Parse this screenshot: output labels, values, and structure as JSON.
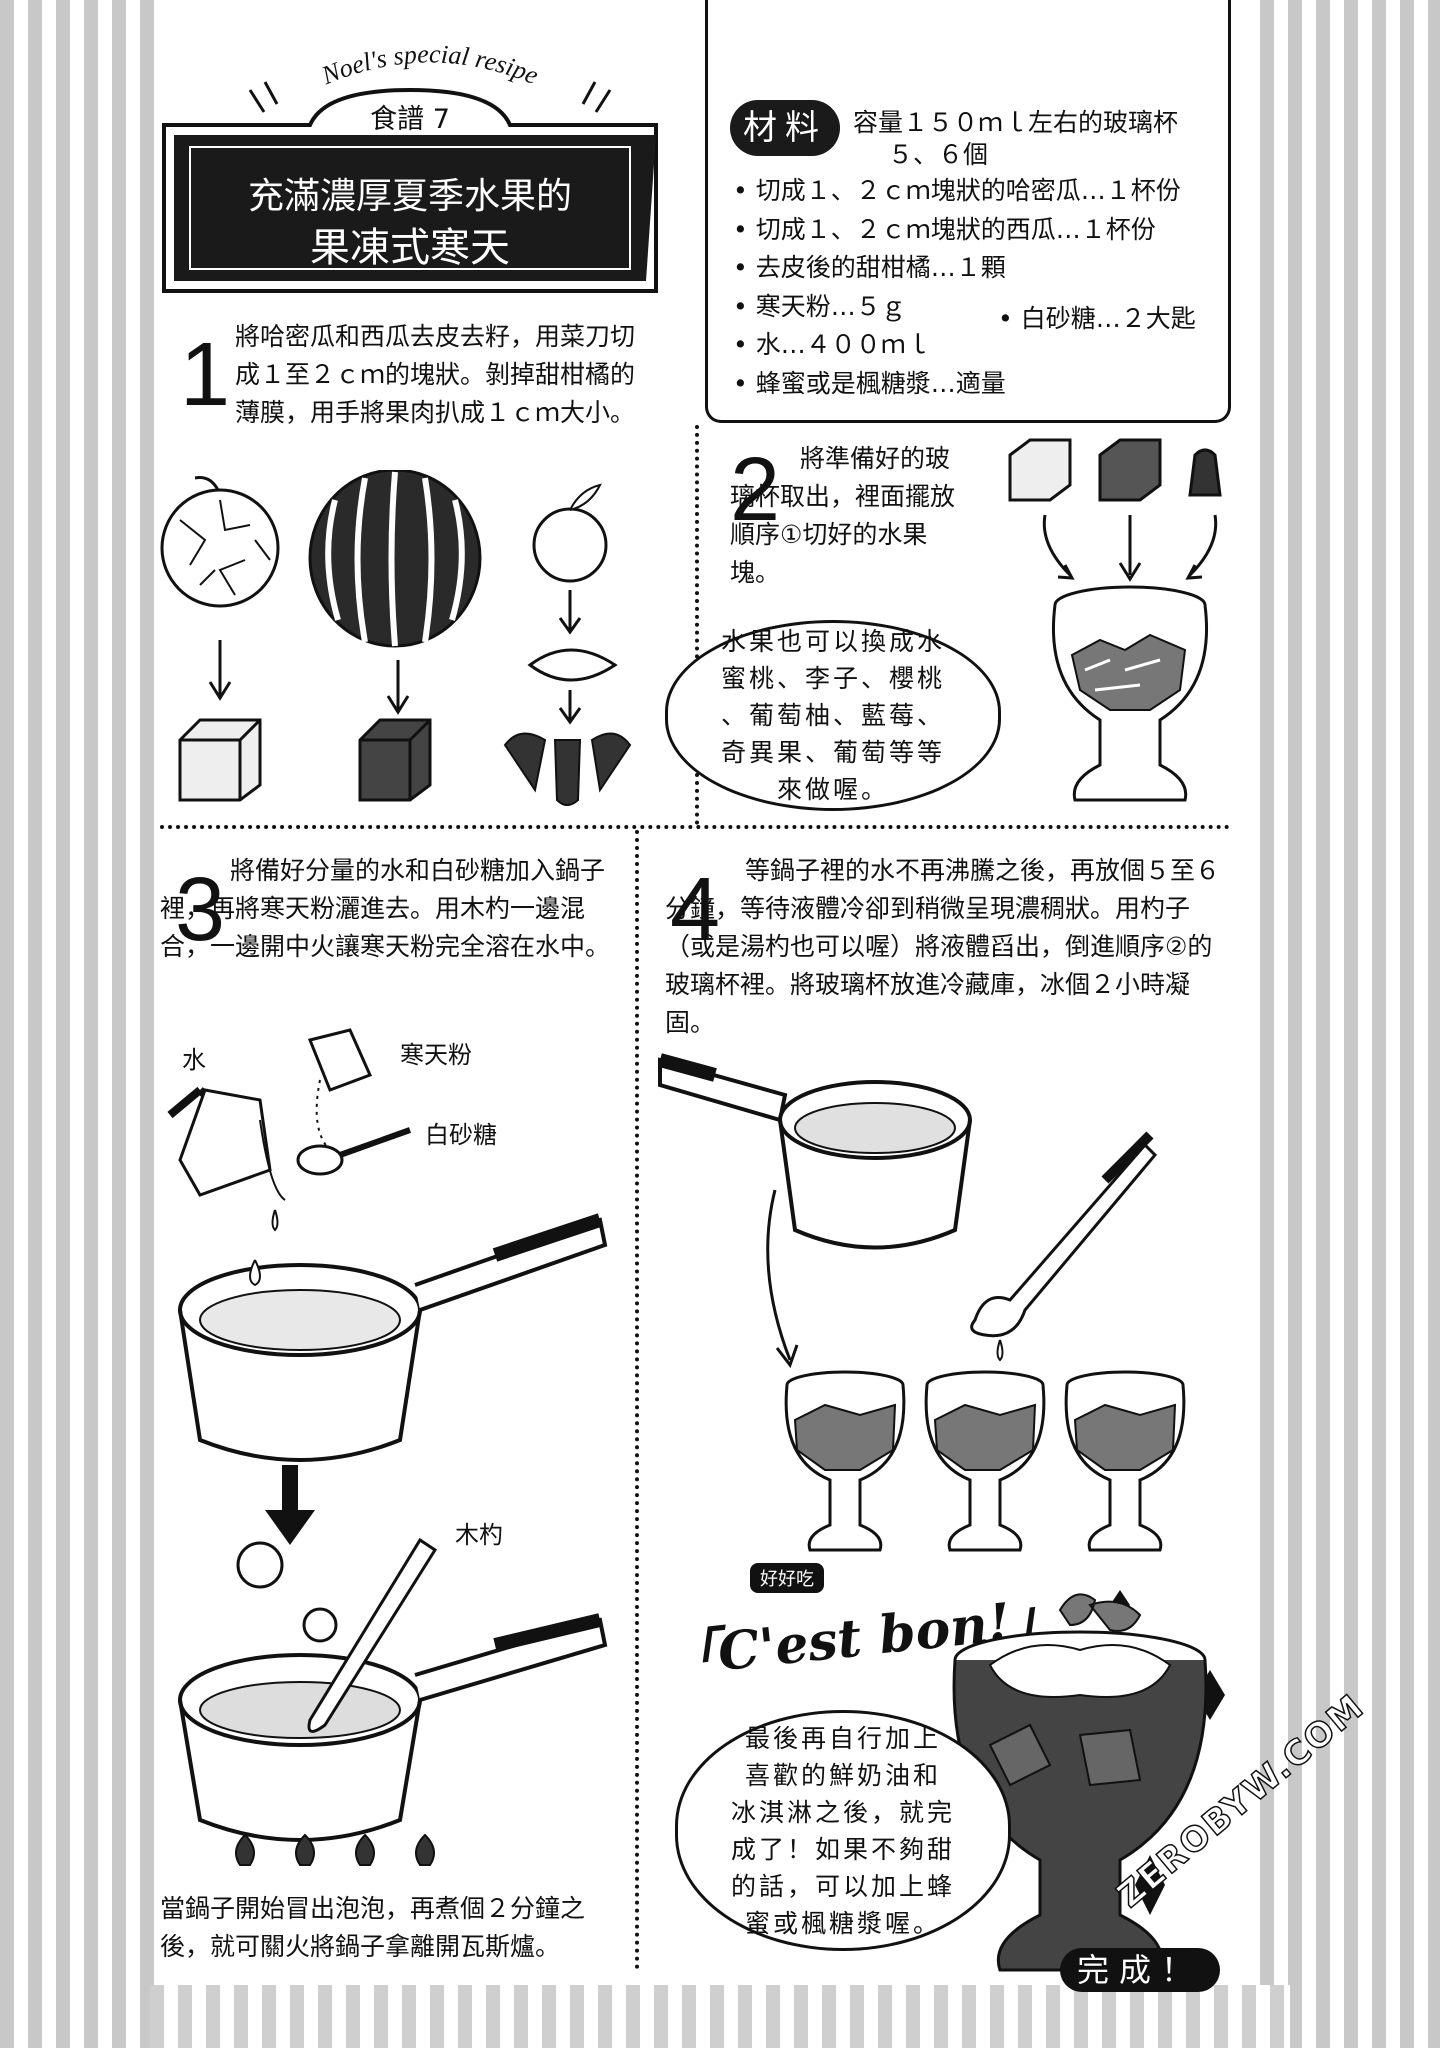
{
  "header": {
    "arc_text": "Noel's special resipe",
    "recipe_number": "食譜 7",
    "title_line1": "充滿濃厚夏季水果的",
    "title_line2": "果凍式寒天"
  },
  "ingredients": {
    "badge": "材料",
    "intro_line1": "容量１５０ｍｌ左右的玻璃杯",
    "intro_line2": "５、６個",
    "items": [
      "切成１、２ｃｍ塊狀的哈密瓜…１杯份",
      "切成１、２ｃｍ塊狀的西瓜…１杯份",
      "去皮後的甜柑橘…１顆",
      "寒天粉…５ｇ",
      "水…４００ｍｌ",
      "蜂蜜或是楓糖漿…適量"
    ],
    "item_sugar": "• 白砂糖…２大匙"
  },
  "steps": {
    "s1": {
      "num": "1",
      "text": "將哈密瓜和西瓜去皮去籽，用菜刀切成１至２ｃｍ的塊狀。剝掉甜柑橘的薄膜，用手將果肉扒成１ｃｍ大小。"
    },
    "s2": {
      "num": "2",
      "text": "將準備好的玻璃杯取出，裡面擺放順序①切好的水果塊。"
    },
    "s3": {
      "num": "3",
      "text": "將備好分量的水和白砂糖加入鍋子裡，再將寒天粉灑進去。用木杓一邊混合，一邊開中火讓寒天粉完全溶在水中。"
    },
    "s3b": {
      "text": "當鍋子開始冒出泡泡，再煮個２分鐘之後，就可關火將鍋子拿離開瓦斯爐。"
    },
    "s4": {
      "num": "4",
      "text": "等鍋子裡的水不再沸騰之後，再放個５至６分鐘，等待液體冷卻到稍微呈現濃稠狀。用杓子（或是湯杓也可以喔）將液體舀出，倒進順序②的玻璃杯裡。將玻璃杯放進冷藏庫，冰個２小時凝固。"
    }
  },
  "bubbles": {
    "fruit_tip": "水果也可以換成水\n蜜桃、李子、櫻桃\n、葡萄柚、藍莓、\n奇異果、葡萄等等\n來做喔。",
    "final_tip": "最後再自行加上\n喜歡的鮮奶油和\n冰淇淋之後，就完\n成了！如果不夠甜\n的話，可以加上蜂\n蜜或楓糖漿喔。"
  },
  "labels": {
    "water": "水",
    "agar": "寒天粉",
    "sugar": "白砂糖",
    "wooden_spoon": "木杓"
  },
  "finale": {
    "small_caption": "好好吃",
    "cest_bon": "「C'est bon!」",
    "done": "完成！",
    "watermark": "ZEROBYW.COM"
  },
  "colors": {
    "ink": "#111111",
    "stripe": "#c8c8c8",
    "watermelon": "#2a2a2a"
  }
}
